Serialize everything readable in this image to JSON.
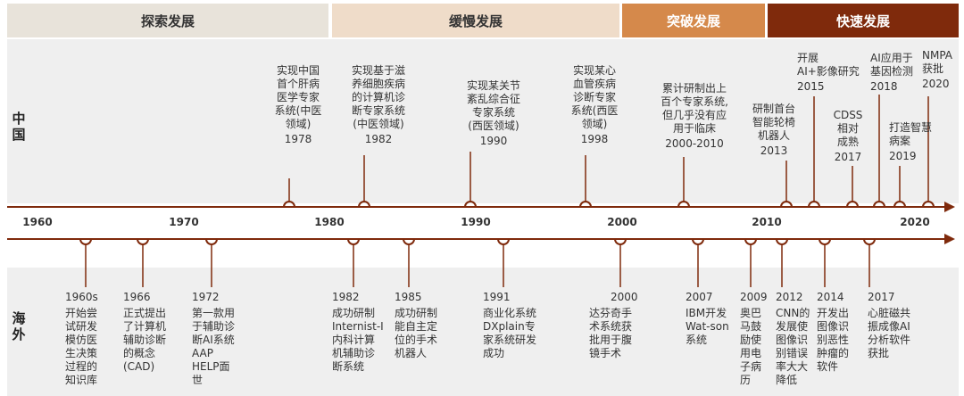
{
  "phases": [
    {
      "label": "探索发展",
      "color": "#e8e3da",
      "text_color": "#333333"
    },
    {
      "label": "缓慢发展",
      "color": "#efdcc9",
      "text_color": "#333333"
    },
    {
      "label": "突破发展",
      "color": "#d5894b",
      "text_color": "#ffffff"
    },
    {
      "label": "快速发展",
      "color": "#7f2a0c",
      "text_color": "#ffffff"
    }
  ],
  "labels": {
    "china": "中国",
    "overseas": "海外"
  },
  "years": [
    "1960",
    "1970",
    "1980",
    "1990",
    "2000",
    "2010",
    "2020"
  ],
  "china_events": [
    {
      "lines": [
        "实现中国",
        "首个肝病",
        "医学专家",
        "系统(中医",
        "领域)",
        "1978"
      ]
    },
    {
      "lines": [
        "实现基于滋",
        "养细胞疾病",
        "的计算机诊",
        "断专家系统",
        "(中医领域)",
        "1982"
      ]
    },
    {
      "lines": [
        "实现某关节",
        "紊乱综合征",
        "专家系统",
        "(西医领域)",
        "1990"
      ]
    },
    {
      "lines": [
        "实现某心",
        "血管疾病",
        "诊断专家",
        "系统(西医",
        "领域)",
        "1998"
      ]
    },
    {
      "lines": [
        "累计研制出上",
        "百个专家系统,",
        "但几乎没有应",
        "用于临床",
        "2000-2010"
      ]
    },
    {
      "lines": [
        "研制首台",
        "智能轮椅",
        "机器人",
        "2013"
      ]
    },
    {
      "lines": [
        "开展",
        "AI+影像研究",
        "2015"
      ]
    },
    {
      "lines": [
        "CDSS",
        "相对",
        "成熟",
        "2017"
      ]
    },
    {
      "lines": [
        "AI应用于",
        "基因检测",
        "2018"
      ]
    },
    {
      "lines": [
        "打造智慧",
        "病案",
        "2019"
      ]
    },
    {
      "lines": [
        "NMPA",
        "获批",
        "2020"
      ]
    }
  ],
  "overseas_events": [
    {
      "lines": [
        "1960s",
        "开始尝",
        "试研发",
        "模仿医",
        "生决策",
        "过程的",
        "知识库"
      ]
    },
    {
      "lines": [
        "1966",
        "正式提出",
        "了计算机",
        "辅助诊断",
        "的概念",
        "(CAD)"
      ]
    },
    {
      "lines": [
        "1972",
        "第一款用",
        "于辅助诊",
        "断AI系统",
        "AAP",
        "HELP面",
        "世"
      ]
    },
    {
      "lines": [
        "1982",
        "成功研制",
        "Internist-I",
        "内科计算",
        "机辅助诊",
        "断系统"
      ]
    },
    {
      "lines": [
        "1985",
        "成功研制",
        "能自主定",
        "位的手术",
        "机器人"
      ]
    },
    {
      "lines": [
        "1991",
        "商业化系统",
        "DXplain专",
        "家系统研发",
        "成功"
      ]
    },
    {
      "lines": [
        "2000",
        "达芬奇手",
        "术系统获",
        "批用于腹",
        "镜手术"
      ]
    },
    {
      "lines": [
        "2007",
        "IBM开发",
        "Wat-son",
        "系统"
      ]
    },
    {
      "lines": [
        "2009",
        "奥巴",
        "马鼓",
        "励使",
        "用电",
        "子病",
        "历"
      ]
    },
    {
      "lines": [
        "2012",
        "CNN的",
        "发展使",
        "图像识",
        "别错误",
        "率大大",
        "降低"
      ]
    },
    {
      "lines": [
        "2014",
        "开发出",
        "图像识",
        "别恶性",
        "肿瘤的",
        "软件"
      ]
    },
    {
      "lines": [
        "2017",
        "心脏磁共",
        "振成像AI",
        "分析软件",
        "获批"
      ]
    }
  ],
  "colors": {
    "axis": "#7f2a0c",
    "band": "#efefef"
  }
}
